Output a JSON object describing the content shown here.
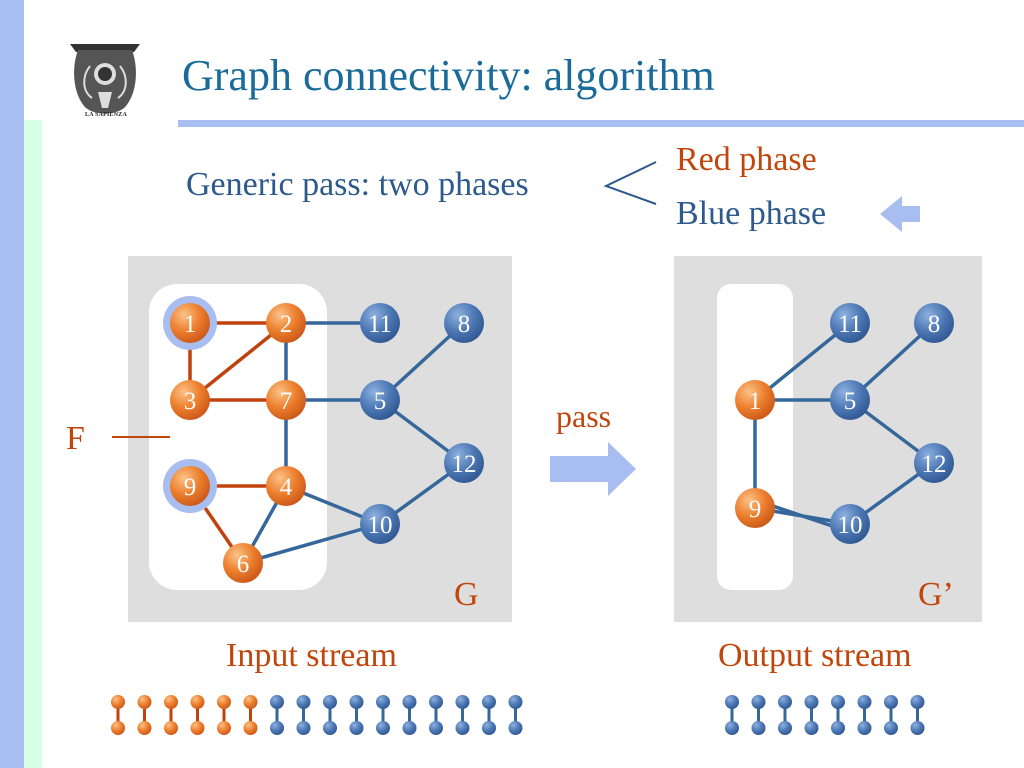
{
  "slide": {
    "title": "Graph connectivity: algorithm",
    "logo_caption": "LA SAPIENZA",
    "generic_pass": "Generic pass: two phases",
    "red_phase": "Red phase",
    "blue_phase": "Blue phase",
    "pass_label": "pass",
    "f_label": "F",
    "g_label": "G",
    "g_prime_label": "G’",
    "input_stream": "Input stream",
    "output_stream": "Output stream"
  },
  "colors": {
    "title": "#1a6b99",
    "red_node": "#e8782a",
    "blue_node": "#3f6ea8",
    "red_edge": "#c0420c",
    "blue_edge": "#35679a",
    "panel": "#dedede",
    "accent_arrow": "#a8bdf0"
  },
  "graph_g": {
    "nodes": [
      {
        "id": "1",
        "color": "red",
        "highlighted": true
      },
      {
        "id": "2",
        "color": "red",
        "highlighted": false
      },
      {
        "id": "3",
        "color": "red",
        "highlighted": false
      },
      {
        "id": "7",
        "color": "red",
        "highlighted": false
      },
      {
        "id": "9",
        "color": "red",
        "highlighted": true
      },
      {
        "id": "4",
        "color": "red",
        "highlighted": false
      },
      {
        "id": "6",
        "color": "red",
        "highlighted": false
      },
      {
        "id": "11",
        "color": "blue",
        "highlighted": false
      },
      {
        "id": "8",
        "color": "blue",
        "highlighted": false
      },
      {
        "id": "5",
        "color": "blue",
        "highlighted": false
      },
      {
        "id": "12",
        "color": "blue",
        "highlighted": false
      },
      {
        "id": "10",
        "color": "blue",
        "highlighted": false
      }
    ],
    "edges": [
      [
        "1",
        "2",
        "red"
      ],
      [
        "1",
        "3",
        "red"
      ],
      [
        "3",
        "2",
        "red"
      ],
      [
        "3",
        "7",
        "red"
      ],
      [
        "9",
        "4",
        "red"
      ],
      [
        "9",
        "6",
        "red"
      ],
      [
        "2",
        "7",
        "blue"
      ],
      [
        "7",
        "4",
        "blue"
      ],
      [
        "4",
        "6",
        "blue"
      ],
      [
        "2",
        "11",
        "blue"
      ],
      [
        "7",
        "5",
        "blue"
      ],
      [
        "5",
        "8",
        "blue"
      ],
      [
        "5",
        "12",
        "blue"
      ],
      [
        "12",
        "10",
        "blue"
      ],
      [
        "4",
        "10",
        "blue"
      ],
      [
        "6",
        "10",
        "blue"
      ]
    ]
  },
  "graph_g_prime": {
    "nodes": [
      {
        "id": "1",
        "color": "red"
      },
      {
        "id": "9",
        "color": "red"
      },
      {
        "id": "11",
        "color": "blue"
      },
      {
        "id": "8",
        "color": "blue"
      },
      {
        "id": "5",
        "color": "blue"
      },
      {
        "id": "12",
        "color": "blue"
      },
      {
        "id": "10",
        "color": "blue"
      }
    ],
    "edges": [
      [
        "1",
        "11"
      ],
      [
        "1",
        "5"
      ],
      [
        "1",
        "9"
      ],
      [
        "5",
        "8"
      ],
      [
        "5",
        "12"
      ],
      [
        "12",
        "10"
      ],
      [
        "9",
        "10"
      ],
      [
        "9",
        "10"
      ]
    ]
  },
  "streams": {
    "input": [
      "red",
      "red",
      "red",
      "red",
      "red",
      "red",
      "blue",
      "blue",
      "blue",
      "blue",
      "blue",
      "blue",
      "blue",
      "blue",
      "blue",
      "blue"
    ],
    "output": [
      "blue",
      "blue",
      "blue",
      "blue",
      "blue",
      "blue",
      "blue",
      "blue"
    ]
  }
}
